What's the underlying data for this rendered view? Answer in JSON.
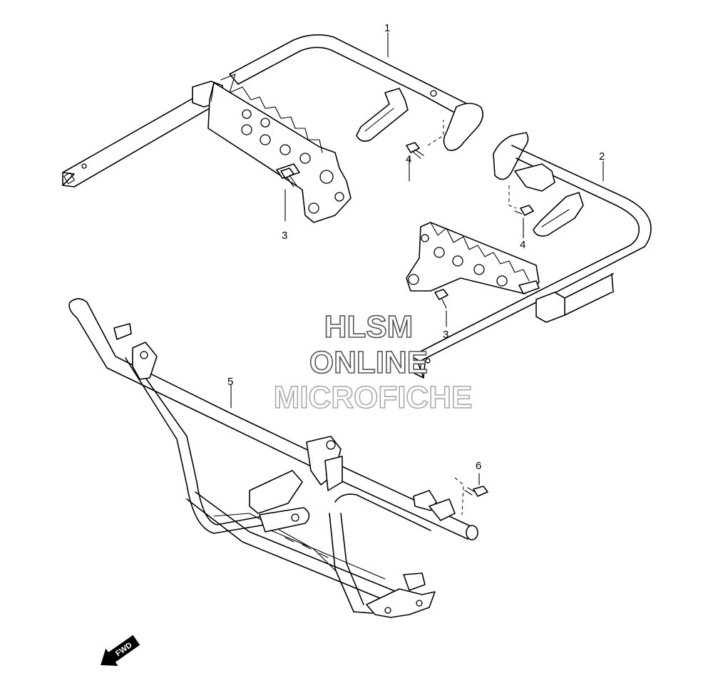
{
  "callouts": {
    "part_1": "1",
    "part_2": "2",
    "part_3_left": "3",
    "part_3_right": "3",
    "part_4_left": "4",
    "part_4_right": "4",
    "part_5": "5",
    "part_6": "6"
  },
  "watermark": {
    "line1": "HLSM",
    "line2": "ONLINE",
    "line3": "MICROFICHE"
  },
  "direction": {
    "label": "FWD"
  },
  "colors": {
    "line": "#000000",
    "background": "#ffffff",
    "watermark_outline": "#555555",
    "watermark_outline_light": "#aaaaaa"
  }
}
